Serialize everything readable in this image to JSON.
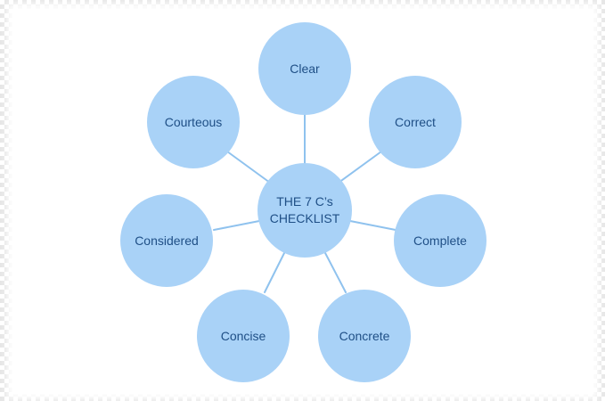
{
  "diagram": {
    "center": {
      "line1": "THE 7 C’s",
      "line2": "CHECKLIST"
    },
    "nodes": {
      "clear": "Clear",
      "correct": "Correct",
      "complete": "Complete",
      "concrete": "Concrete",
      "concise": "Concise",
      "considered": "Considered",
      "courteous": "Courteous"
    },
    "colors": {
      "circle_fill": "#a9d2f7",
      "text": "#1f4f86",
      "connector": "#8fc2ee"
    }
  }
}
